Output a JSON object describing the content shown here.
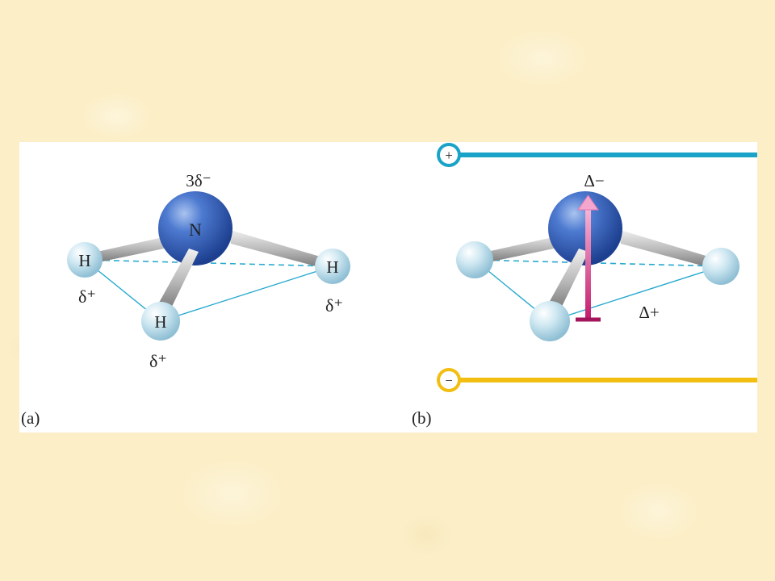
{
  "panel_a": {
    "label": "(a)",
    "n_atom_label": "N",
    "n_charge": "3δ⁻",
    "h_labels": [
      "H",
      "H",
      "H"
    ],
    "h_charges": [
      "δ⁺",
      "δ⁺",
      "δ⁺"
    ]
  },
  "panel_b": {
    "label": "(b)",
    "plate_plus": "+",
    "plate_minus": "−",
    "charge_negative": "Δ−",
    "charge_positive": "Δ+"
  },
  "colors": {
    "background": "#fcefc8",
    "plate_positive": "#1aa3c8",
    "plate_negative": "#f2be12",
    "dipole_arrow": "#a3155a",
    "dipole_arrow_head": "#f4a6cf",
    "bond_line": "#26a9cf",
    "nitrogen": "#2e5fb8",
    "hydrogen": "#bfe1ee"
  }
}
